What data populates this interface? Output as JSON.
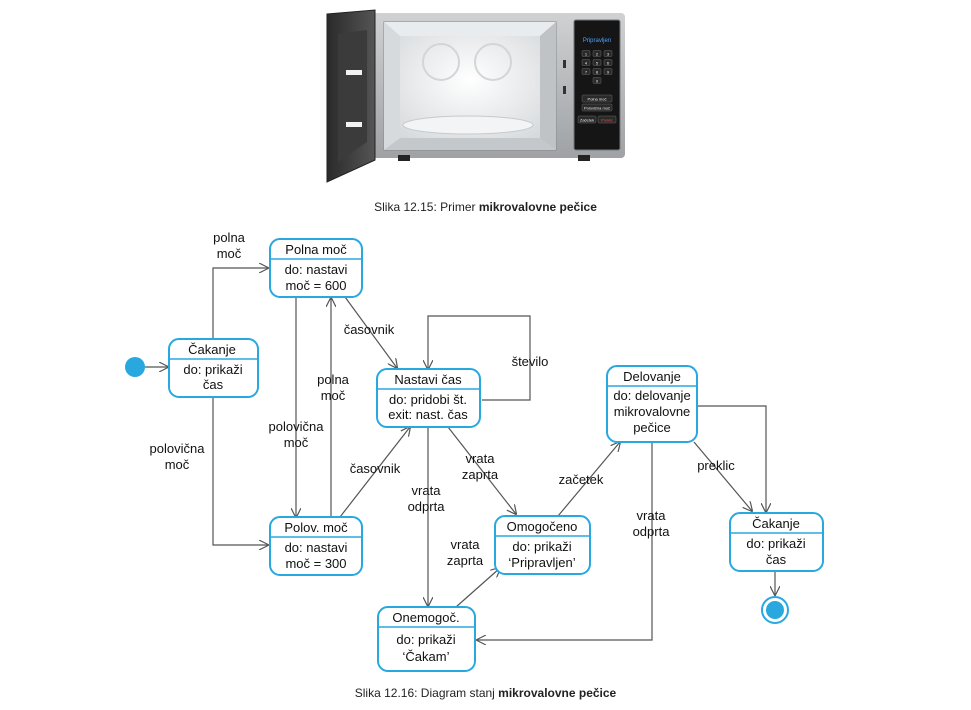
{
  "figure1": {
    "panel": {
      "display": "Pripravljen",
      "keys": [
        "1",
        "2",
        "3",
        "4",
        "5",
        "6",
        "7",
        "8",
        "9",
        "0"
      ],
      "buttons": [
        "Polna moč",
        "Polovična moč"
      ],
      "start": "Začetek",
      "stop": "Preklic"
    },
    "caption_prefix": "Slika 12.15: Primer ",
    "caption_bold": "mikrovalovne pečice"
  },
  "figure2": {
    "caption_prefix": "Slika 12.16: Diagram stanj ",
    "caption_bold": "mikrovalovne pečice",
    "states": {
      "cakanje1": {
        "name": "Čakanje",
        "act1": "do: prikaži",
        "act2": "čas"
      },
      "polna": {
        "name": "Polna moč",
        "act1": "do: nastavi",
        "act2": "moč = 600"
      },
      "polov": {
        "name": "Polov. moč",
        "act1": "do: nastavi",
        "act2": "moč = 300"
      },
      "nastavi": {
        "name": "Nastavi čas",
        "act1": "do: pridobi št.",
        "act2": "exit: nast. čas"
      },
      "omogoceno": {
        "name": "Omogočeno",
        "act1": "do: prikaži",
        "act2": "‘Pripravljen’"
      },
      "onemogoc": {
        "name": "Onemogoč.",
        "act1": "do: prikaži",
        "act2": "‘Čakam’"
      },
      "delovanje": {
        "name": "Delovanje",
        "act1": "do: delovanje",
        "act2": "mikrovalovne",
        "act3": "pečice"
      },
      "cakanje2": {
        "name": "Čakanje",
        "act1": "do: prikaži",
        "act2": "čas"
      }
    },
    "transitions": {
      "polna_moc_1": {
        "l1": "polna",
        "l2": "moč"
      },
      "polovicna_moc_1": {
        "l1": "polovična",
        "l2": "moč"
      },
      "polna_moc_2": {
        "l1": "polna",
        "l2": "moč"
      },
      "polovicna_moc_2": {
        "l1": "polovična",
        "l2": "moč"
      },
      "casovnik_1": {
        "l1": "časovnik"
      },
      "casovnik_2": {
        "l1": "časovnik"
      },
      "stevilo": {
        "l1": "število"
      },
      "vrata_zaprta_1": {
        "l1": "vrata",
        "l2": "zaprta"
      },
      "vrata_odprta_1": {
        "l1": "vrata",
        "l2": "odprta"
      },
      "vrata_zaprta_2": {
        "l1": "vrata",
        "l2": "zaprta"
      },
      "zacetek": {
        "l1": "začetek"
      },
      "vrata_odprta_2": {
        "l1": "vrata",
        "l2": "odprta"
      },
      "preklic": {
        "l1": "preklic"
      }
    },
    "colors": {
      "state_border": "#29a8e0",
      "initial": "#29a8e0",
      "arrow": "#555555"
    }
  }
}
